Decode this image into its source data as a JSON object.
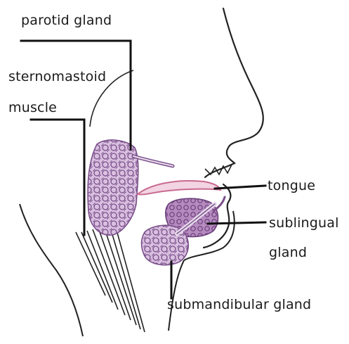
{
  "labels": {
    "parotid": "parotid gland",
    "sterno_line1": "sternomastoid",
    "sterno_line2": "muscle",
    "tongue": "tongue",
    "sublingual_line1": "sublingual",
    "sublingual_line2": "gland",
    "submandibular": "submandibular gland"
  },
  "colors": {
    "outline": "#222222",
    "gland_fill": "#c8a6d2",
    "gland_stroke": "#7a4f8a",
    "sublingual_fill": "#a06aa8",
    "tongue": "#c96a90",
    "leader": "#111111"
  }
}
